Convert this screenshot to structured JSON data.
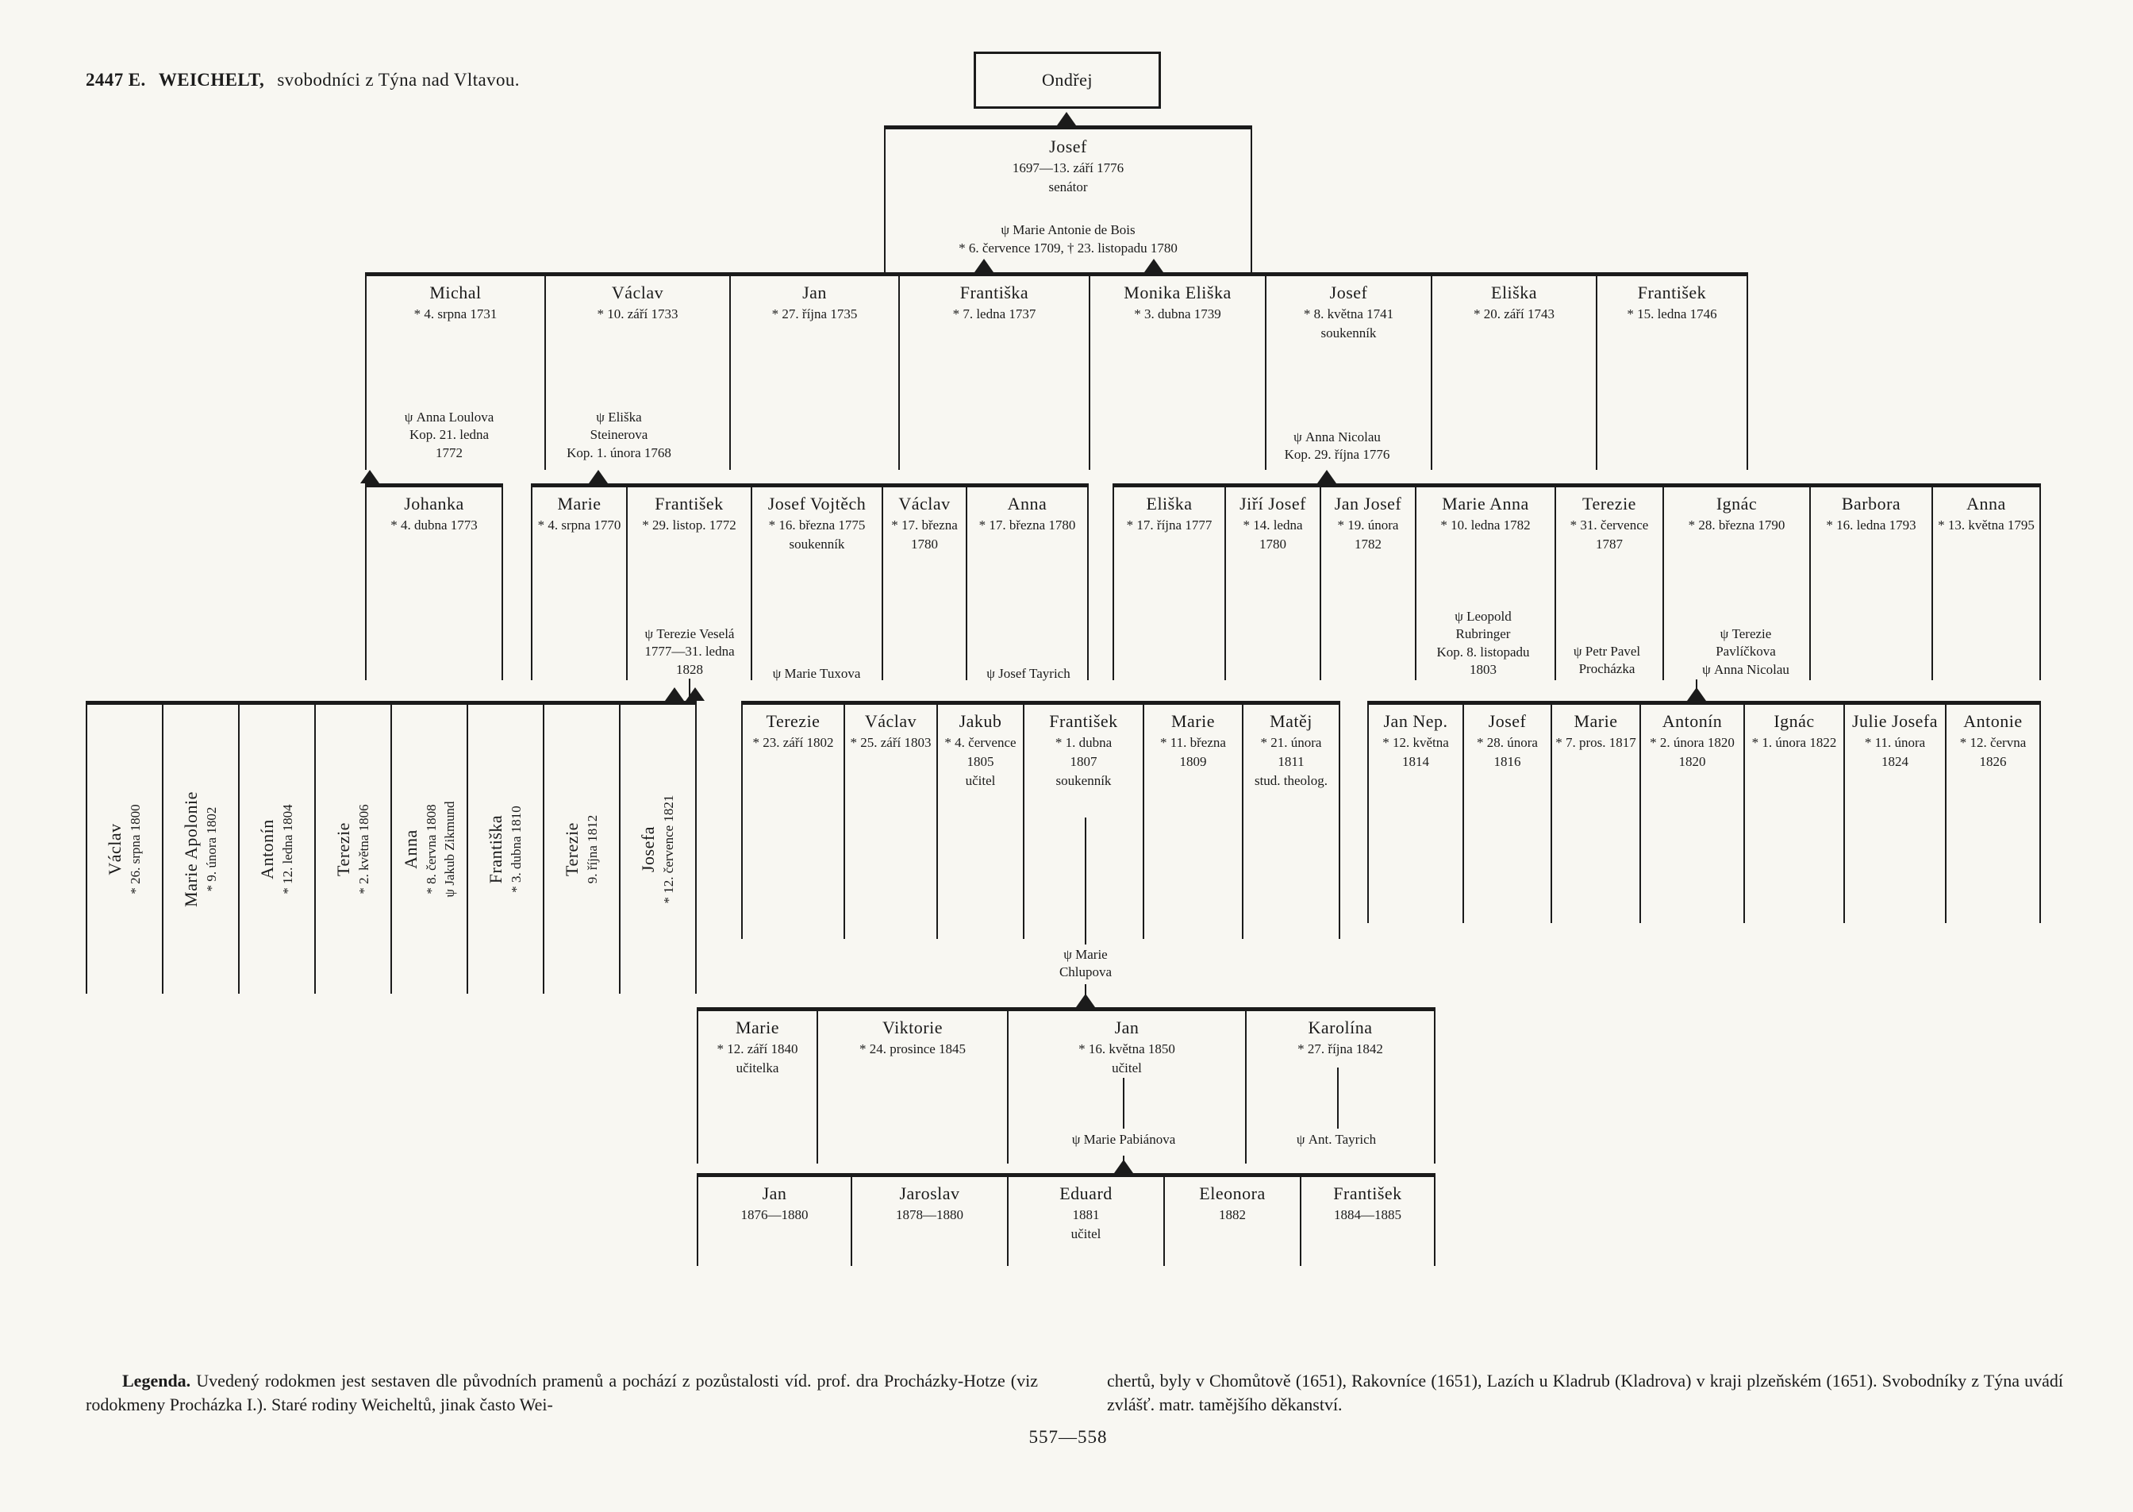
{
  "page": {
    "header_code": "2447 E.",
    "header_family": "WEICHELT,",
    "header_subtitle": "svobodníci z Týna nad Vltavou.",
    "page_number": "557—558"
  },
  "gen1": {
    "name": "Ondřej"
  },
  "gen2": {
    "name": "Josef",
    "d1": "1697—13. září 1776",
    "d2": "senátor",
    "s1": "ψ Marie Antonie de Bois",
    "s2": "* 6. července 1709, † 23. listopadu 1780"
  },
  "gen3": [
    {
      "name": "Michal",
      "d1": "* 4. srpna 1731"
    },
    {
      "name": "Václav",
      "d1": "* 10. září 1733"
    },
    {
      "name": "Jan",
      "d1": "* 27. října 1735"
    },
    {
      "name": "Františka",
      "d1": "* 7. ledna 1737"
    },
    {
      "name": "Monika Eliška",
      "d1": "* 3. dubna 1739"
    },
    {
      "name": "Josef",
      "d1": "* 8. května 1741",
      "d2": "soukenník"
    },
    {
      "name": "Eliška",
      "d1": "* 20. září 1743"
    },
    {
      "name": "František",
      "d1": "* 15. ledna 1746"
    }
  ],
  "gen3_spouses": [
    {
      "l1": "ψ Anna Loulova",
      "l2": "Kop. 21. ledna",
      "l3": "1772"
    },
    {
      "l1": "ψ Eliška",
      "l2": "Steinerova",
      "l3": "Kop. 1. února 1768"
    },
    {
      "l1": "ψ Anna Nicolau",
      "l2": "Kop. 29. října 1776"
    }
  ],
  "gen4a": [
    {
      "name": "Johanka",
      "d1": "* 4. dubna 1773"
    }
  ],
  "gen4b": [
    {
      "name": "Marie",
      "d1": "* 4. srpna 1770"
    },
    {
      "name": "František",
      "d1": "* 29. listop. 1772"
    },
    {
      "name": "Josef Vojtěch",
      "d1": "* 16. března 1775",
      "d2": "soukenník"
    },
    {
      "name": "Václav",
      "d1": "* 17. března",
      "d2": "1780"
    },
    {
      "name": "Anna",
      "d1": "* 17. března 1780"
    }
  ],
  "gen4c": [
    {
      "name": "Eliška",
      "d1": "* 17. října 1777"
    },
    {
      "name": "Jiří Josef",
      "d1": "* 14. ledna",
      "d2": "1780"
    },
    {
      "name": "Jan Josef",
      "d1": "* 19. února",
      "d2": "1782"
    },
    {
      "name": "Marie Anna",
      "d1": "* 10. ledna 1782"
    },
    {
      "name": "Terezie",
      "d1": "* 31. července",
      "d2": "1787"
    },
    {
      "name": "Ignác",
      "d1": "* 28. března 1790"
    },
    {
      "name": "Barbora",
      "d1": "* 16. ledna 1793"
    },
    {
      "name": "Anna",
      "d1": "* 13. května 1795"
    }
  ],
  "gen4_spouses": [
    {
      "l1": "ψ Terezie Veselá",
      "l2": "1777—31. ledna",
      "l3": "1828"
    },
    {
      "l1": "ψ Marie Tuxova"
    },
    {
      "l1": "ψ Josef Tayrich"
    },
    {
      "l1": "ψ Leopold",
      "l2": "Rubringer",
      "l3": "Kop. 8. listopadu",
      "l4": "1803"
    },
    {
      "l1": "ψ Petr Pavel",
      "l2": "Procházka"
    },
    {
      "l1": "ψ Terezie",
      "l2": "Pavlíčkova",
      "l3": "ψ Anna Nicolau"
    }
  ],
  "gen5_left": [
    {
      "l1": "Václav",
      "l2": "* 26. srpna 1800"
    },
    {
      "l1": "Marie Apolonie",
      "l2": "* 9. února 1802"
    },
    {
      "l1": "Antonín",
      "l2": "* 12. ledna 1804"
    },
    {
      "l1": "Terezie",
      "l2": "* 2. května 1806"
    },
    {
      "l1": "Anna",
      "l2": "* 8. června 1808",
      "l3": "ψ Jakub Zikmund"
    },
    {
      "l1": "Františka",
      "l2": "* 3. dubna 1810"
    },
    {
      "l1": "Terezie",
      "l2": "9. října 1812"
    },
    {
      "l1": "Josefa",
      "l2": "* 12. července 1821"
    }
  ],
  "gen5_mid": [
    {
      "name": "Terezie",
      "d1": "* 23. září 1802"
    },
    {
      "name": "Václav",
      "d1": "* 25. září 1803"
    },
    {
      "name": "Jakub",
      "d1": "* 4. července",
      "d2": "1805",
      "d3": "učitel"
    },
    {
      "name": "František",
      "d1": "* 1. dubna",
      "d2": "1807",
      "d3": "soukenník"
    },
    {
      "name": "Marie",
      "d1": "* 11. března",
      "d2": "1809"
    },
    {
      "name": "Matěj",
      "d1": "* 21. února",
      "d2": "1811",
      "d3": "stud. theolog."
    }
  ],
  "gen5_right": [
    {
      "name": "Jan Nep.",
      "d1": "* 12. května",
      "d2": "1814"
    },
    {
      "name": "Josef",
      "d1": "* 28. února",
      "d2": "1816"
    },
    {
      "name": "Marie",
      "d1": "* 7. pros. 1817"
    },
    {
      "name": "Antonín",
      "d1": "* 2. února 1820",
      "d2": "1820"
    },
    {
      "name": "Ignác",
      "d1": "* 1. února 1822"
    },
    {
      "name": "Julie Josefa",
      "d1": "* 11. února",
      "d2": "1824"
    },
    {
      "name": "Antonie",
      "d1": "* 12. června",
      "d2": "1826"
    }
  ],
  "gen5_spouses": [
    {
      "l1": "ψ Marie",
      "l2": "Chlupova"
    }
  ],
  "gen6": [
    {
      "name": "Marie",
      "d1": "* 12. září 1840",
      "d2": "učitelka"
    },
    {
      "name": "Viktorie",
      "d1": "* 24. prosince 1845"
    },
    {
      "name": "Jan",
      "d1": "* 16. května 1850",
      "d2": "učitel"
    },
    {
      "name": "Karolína",
      "d1": "* 27. října 1842"
    }
  ],
  "gen6_spouses": [
    {
      "l1": "ψ Marie Pabiánova"
    },
    {
      "l1": "ψ Ant. Tayrich"
    }
  ],
  "gen7": [
    {
      "name": "Jan",
      "d1": "1876—1880"
    },
    {
      "name": "Jaroslav",
      "d1": "1878—1880"
    },
    {
      "name": "Eduard",
      "d1": "1881",
      "d2": "učitel"
    },
    {
      "name": "Eleonora",
      "d1": "1882"
    },
    {
      "name": "František",
      "d1": "1884—1885"
    }
  ],
  "legend": {
    "lead": "Legenda.",
    "left_text": "Uvedený rodokmen jest sestaven dle původních pramenů a pochází z pozůstalosti víd. prof. dra Procházky-Hotze (viz rodokmeny Procházka I.). Staré rodiny Weicheltů, jinak často Wei-",
    "right_text": "chertů, byly v Chomůtově (1651), Rakovníce (1651), Lazích u Kladrub (Kladrova) v kraji plzeňském (1651). Svobodníky z Týna uvádí zvlášť. matr. tamějšího děkanství."
  }
}
